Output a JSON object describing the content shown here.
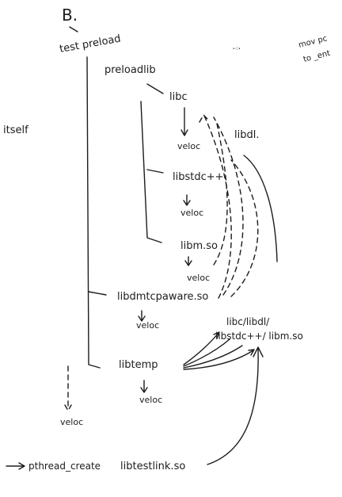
{
  "diagram": {
    "header": "B.",
    "top_right_notes": [
      "mov pc",
      "to _ent"
    ],
    "left_margin_note": "itself",
    "root": "test preload",
    "preload": "preloadlib",
    "libs": {
      "libc": "libc",
      "libdl": "libdl.",
      "libstdcpp": "libstdc++",
      "libm": "libm.so",
      "hardware": "libdmtcpaware.so",
      "libtemp": "libtemp",
      "testlink": "libtestlink.so"
    },
    "veloc": "veloc",
    "targets": [
      "libc/libdl/",
      "libstdc++/ libm.so"
    ],
    "arrow_label": "pthread_create"
  }
}
